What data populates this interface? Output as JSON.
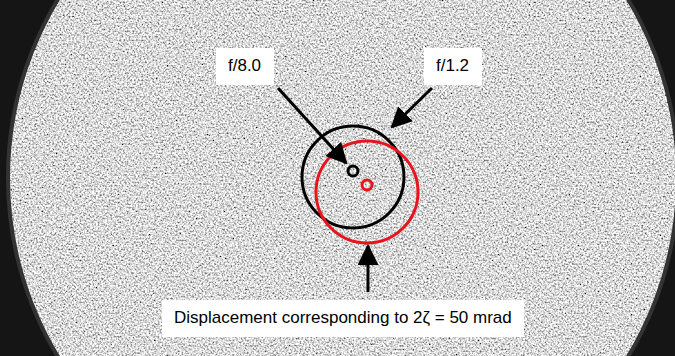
{
  "diagram": {
    "nodes": [
      {
        "text": [
          "f/8.0"
        ]
      },
      {
        "text": [
          "f/1.2"
        ]
      },
      {
        "text": [
          "Displacement corresponding to 2ζ = 50 mrad"
        ]
      }
    ]
  }
}
